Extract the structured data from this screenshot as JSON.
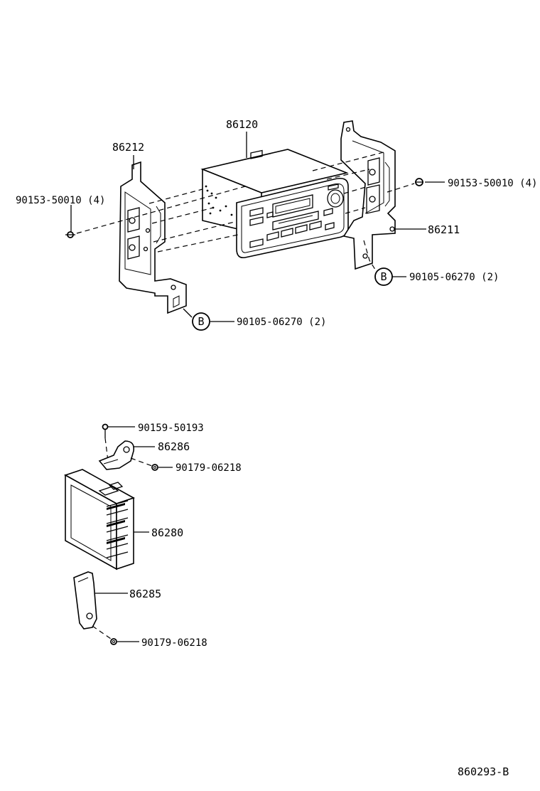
{
  "labels": {
    "radio_unit": "86120",
    "left_bracket": "86212",
    "right_bracket": "86211",
    "screw_left": "90153-50010 (4)",
    "screw_right": "90153-50010 (4)",
    "bolt_b_right": "90105-06270 (2)",
    "bolt_b_left": "90105-06270 (2)",
    "ref_b_right": "B",
    "ref_b_left": "B",
    "screw_small": "90159-50193",
    "bracket_small": "86286",
    "nut_upper": "90179-06218",
    "amplifier": "86280",
    "bracket_lower": "86285",
    "nut_lower": "90179-06218",
    "diagram_code": "860293-B"
  }
}
